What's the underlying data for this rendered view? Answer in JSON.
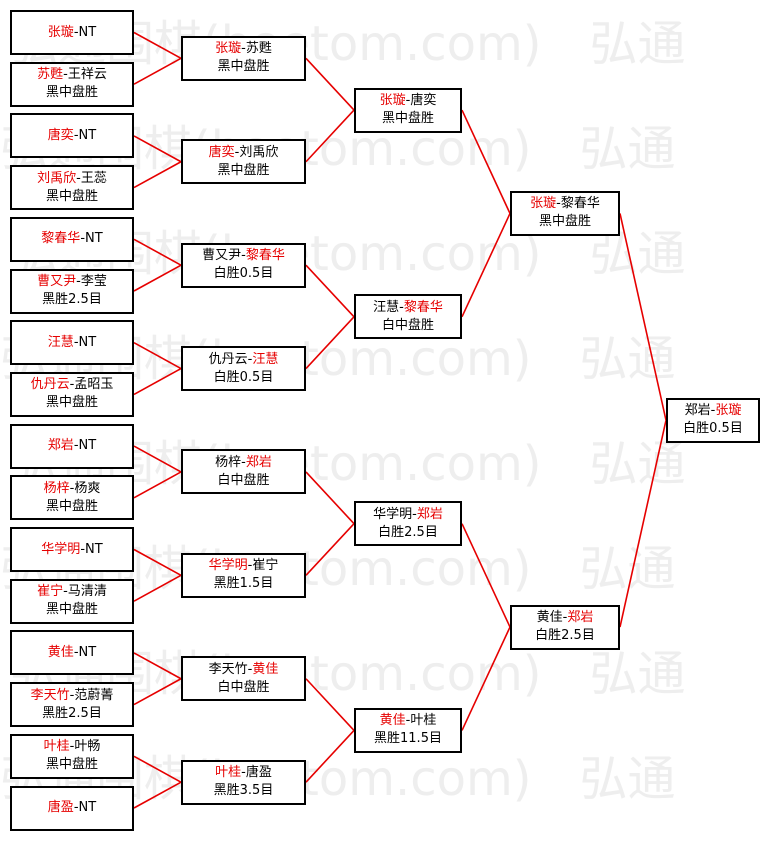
{
  "watermark": {
    "text": "弘通围棋(hoetom.com)"
  },
  "colors": {
    "winner": "#e60000",
    "line": "#e60000",
    "border": "#000000"
  },
  "rounds": [
    {
      "name": "round1",
      "matches": [
        {
          "p1": "张璇",
          "sep": "-",
          "p2": "NT",
          "winner": 1,
          "result": ""
        },
        {
          "p1": "苏甦",
          "sep": "-",
          "p2": "王祥云",
          "winner": 1,
          "result": "黑中盘胜"
        },
        {
          "p1": "唐奕",
          "sep": "-",
          "p2": "NT",
          "winner": 1,
          "result": ""
        },
        {
          "p1": "刘禹欣",
          "sep": "-",
          "p2": "王蕊",
          "winner": 1,
          "result": "黑中盘胜"
        },
        {
          "p1": "黎春华",
          "sep": "-",
          "p2": "NT",
          "winner": 1,
          "result": ""
        },
        {
          "p1": "曹又尹",
          "sep": "-",
          "p2": "李莹",
          "winner": 1,
          "result": "黑胜2.5目"
        },
        {
          "p1": "汪慧",
          "sep": "-",
          "p2": "NT",
          "winner": 1,
          "result": ""
        },
        {
          "p1": "仇丹云",
          "sep": "-",
          "p2": "孟昭玉",
          "winner": 1,
          "result": "黑中盘胜"
        },
        {
          "p1": "郑岩",
          "sep": "-",
          "p2": "NT",
          "winner": 1,
          "result": ""
        },
        {
          "p1": "杨梓",
          "sep": "-",
          "p2": "杨爽",
          "winner": 1,
          "result": "黑中盘胜"
        },
        {
          "p1": "华学明",
          "sep": "-",
          "p2": "NT",
          "winner": 1,
          "result": ""
        },
        {
          "p1": "崔宁",
          "sep": "-",
          "p2": "马清清",
          "winner": 1,
          "result": "黑中盘胜"
        },
        {
          "p1": "黄佳",
          "sep": "-",
          "p2": "NT",
          "winner": 1,
          "result": ""
        },
        {
          "p1": "李天竹",
          "sep": "-",
          "p2": "范蔚菁",
          "winner": 1,
          "result": "黑胜2.5目"
        },
        {
          "p1": "叶桂",
          "sep": "-",
          "p2": "叶畅",
          "winner": 1,
          "result": "黑中盘胜"
        },
        {
          "p1": "唐盈",
          "sep": "-",
          "p2": "NT",
          "winner": 1,
          "result": ""
        }
      ]
    },
    {
      "name": "round2",
      "matches": [
        {
          "p1": "张璇",
          "sep": "-",
          "p2": "苏甦",
          "winner": 1,
          "result": "黑中盘胜"
        },
        {
          "p1": "唐奕",
          "sep": "-",
          "p2": "刘禹欣",
          "winner": 1,
          "result": "黑中盘胜"
        },
        {
          "p1": "曹又尹",
          "sep": "-",
          "p2": "黎春华",
          "winner": 2,
          "result": "白胜0.5目"
        },
        {
          "p1": "仇丹云",
          "sep": "-",
          "p2": "汪慧",
          "winner": 2,
          "result": "白胜0.5目"
        },
        {
          "p1": "杨梓",
          "sep": "-",
          "p2": "郑岩",
          "winner": 2,
          "result": "白中盘胜"
        },
        {
          "p1": "华学明",
          "sep": "-",
          "p2": "崔宁",
          "winner": 1,
          "result": "黑胜1.5目"
        },
        {
          "p1": "李天竹",
          "sep": "-",
          "p2": "黄佳",
          "winner": 2,
          "result": "白中盘胜"
        },
        {
          "p1": "叶桂",
          "sep": "-",
          "p2": "唐盈",
          "winner": 1,
          "result": "黑胜3.5目"
        }
      ]
    },
    {
      "name": "round3",
      "matches": [
        {
          "p1": "张璇",
          "sep": "-",
          "p2": "唐奕",
          "winner": 1,
          "result": "黑中盘胜"
        },
        {
          "p1": "汪慧",
          "sep": "-",
          "p2": "黎春华",
          "winner": 2,
          "result": "白中盘胜"
        },
        {
          "p1": "华学明",
          "sep": "-",
          "p2": "郑岩",
          "winner": 2,
          "result": "白胜2.5目"
        },
        {
          "p1": "黄佳",
          "sep": "-",
          "p2": "叶桂",
          "winner": 1,
          "result": "黑胜11.5目"
        }
      ]
    },
    {
      "name": "round4",
      "matches": [
        {
          "p1": "张璇",
          "sep": "-",
          "p2": "黎春华",
          "winner": 1,
          "result": "黑中盘胜"
        },
        {
          "p1": "黄佳",
          "sep": "-",
          "p2": "郑岩",
          "winner": 2,
          "result": "白胜2.5目"
        }
      ]
    },
    {
      "name": "final",
      "matches": [
        {
          "p1": "郑岩",
          "sep": "-",
          "p2": "张璇",
          "winner": 2,
          "result": "白胜0.5目"
        }
      ]
    }
  ]
}
